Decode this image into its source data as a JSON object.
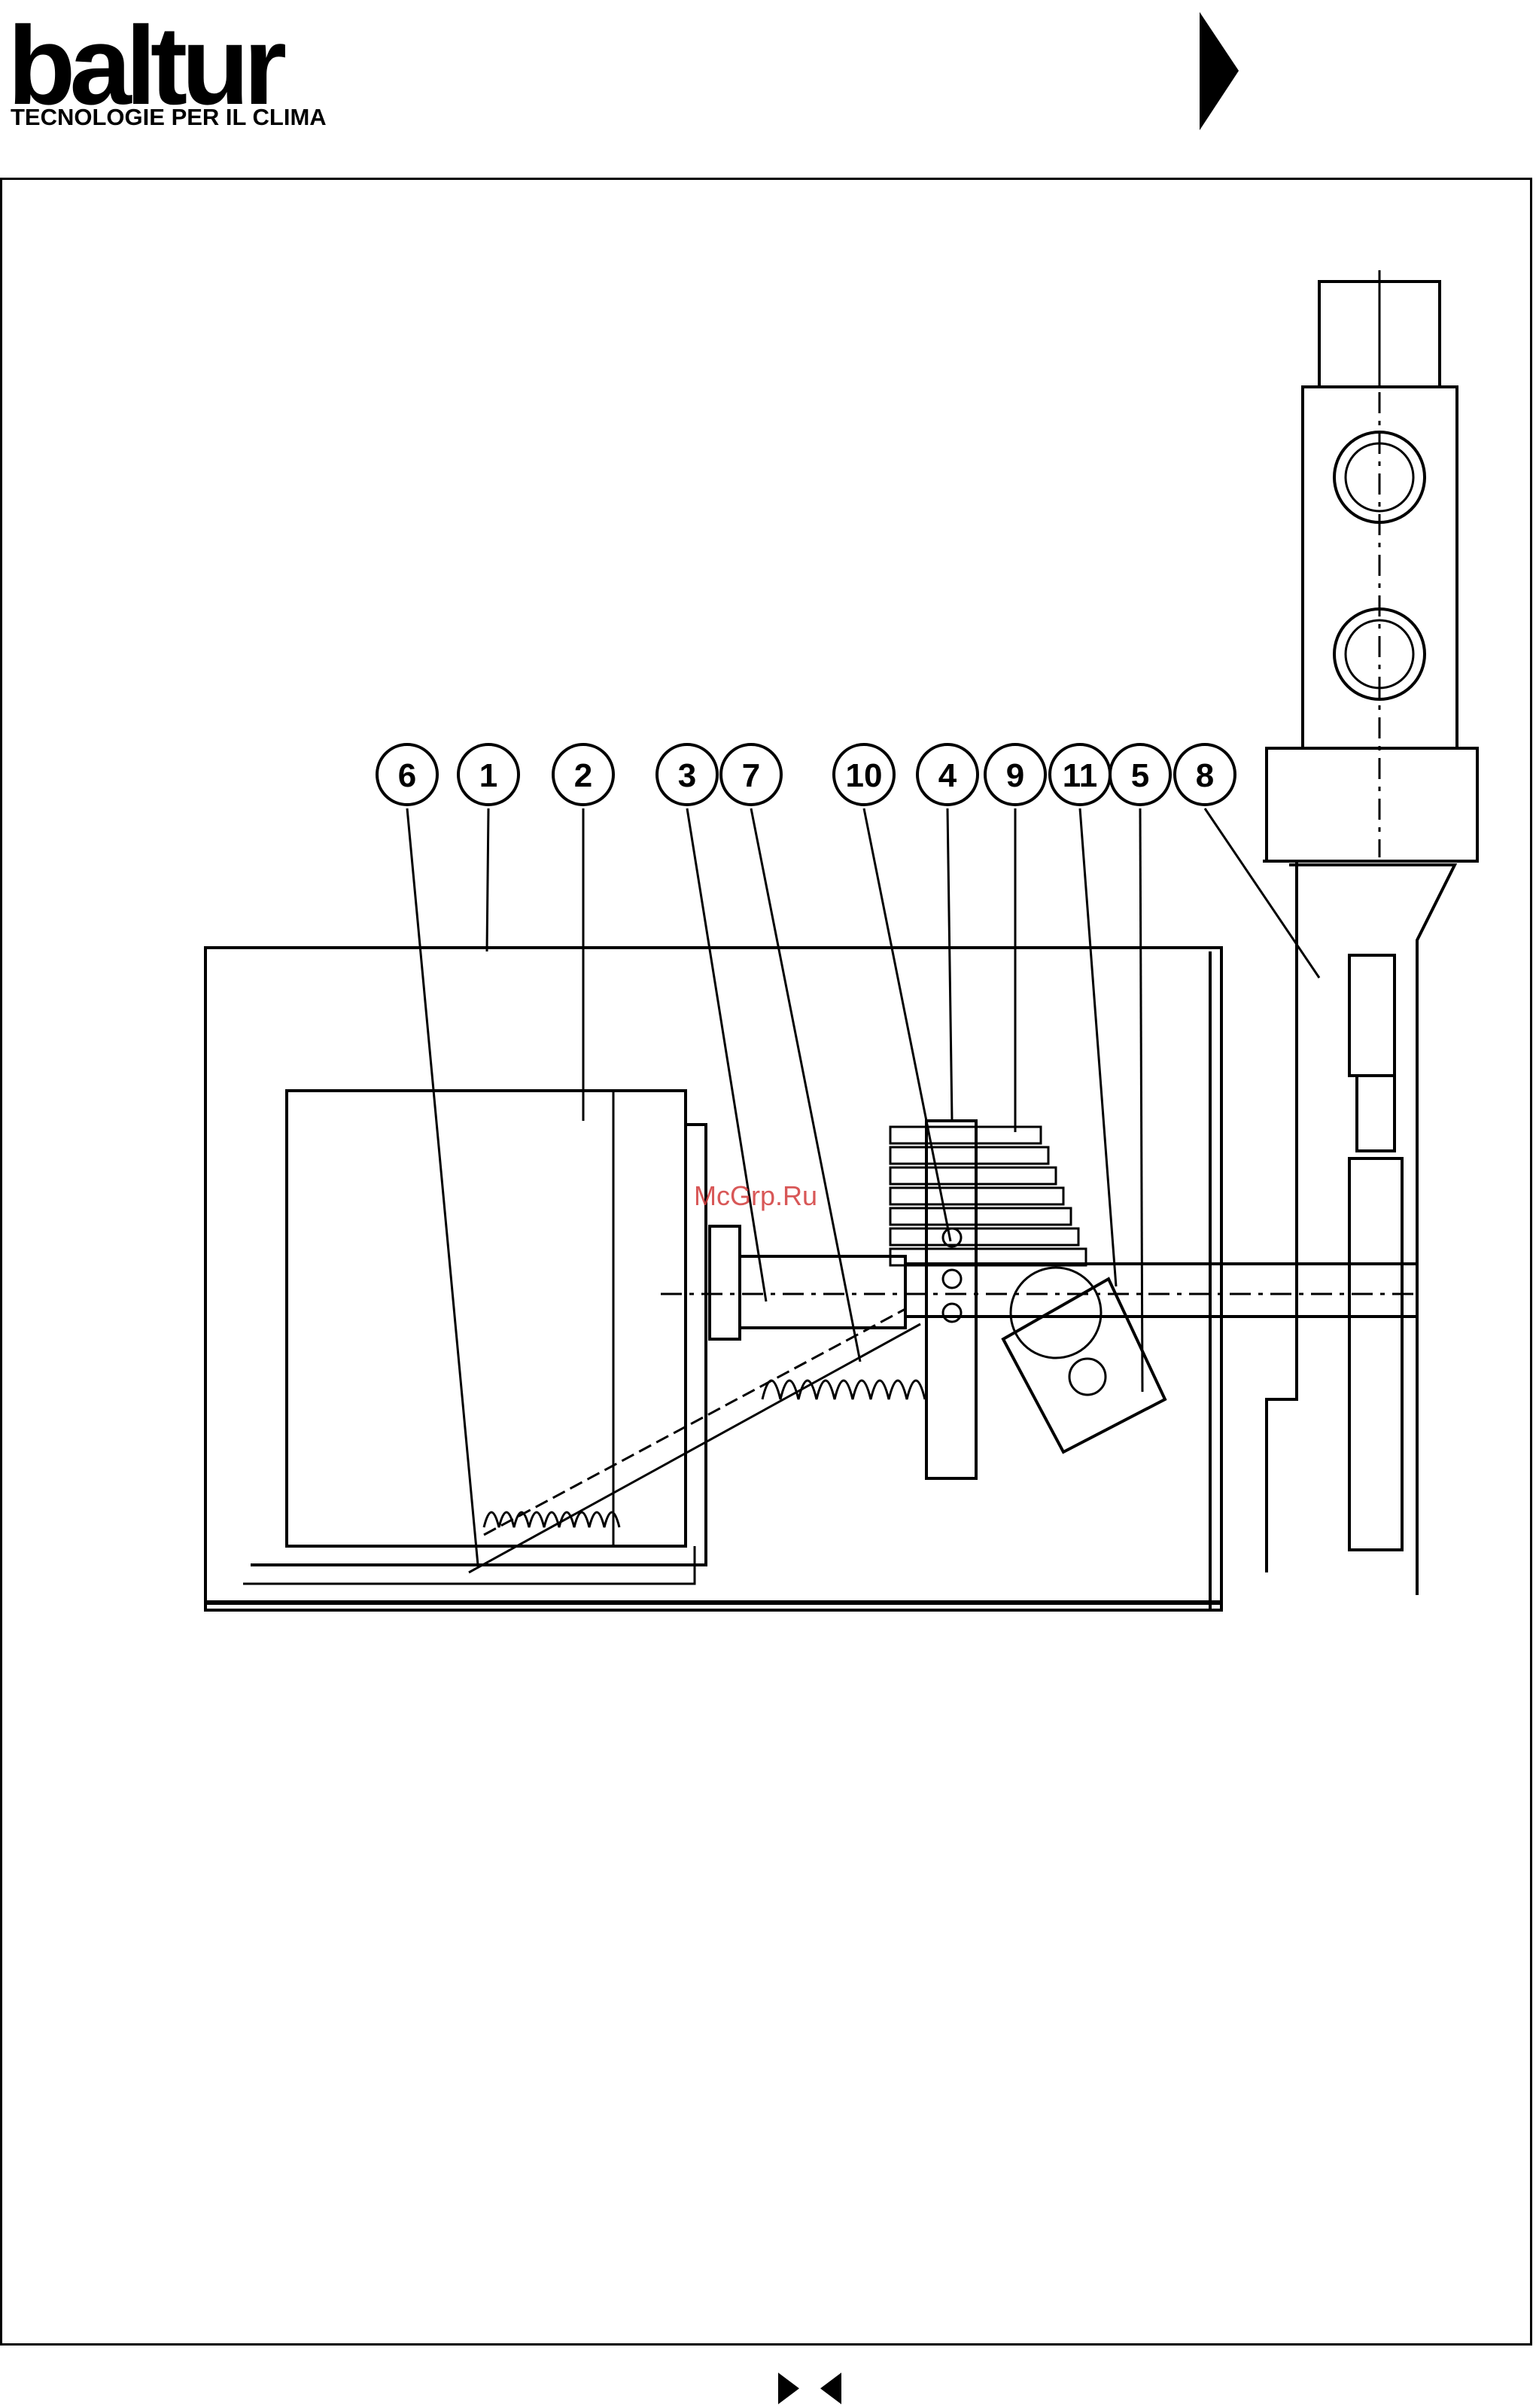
{
  "header": {
    "logo_text": "baltur",
    "tagline": "TECNOLOGIE PER IL CLIMA",
    "next_page_icon": "play-arrow-icon"
  },
  "figure": {
    "callouts": [
      "6",
      "1",
      "2",
      "3",
      "7",
      "10",
      "4",
      "9",
      "11",
      "5",
      "8"
    ]
  },
  "watermark": "McGrp.Ru",
  "footer": {
    "prev_icon": "triangle-right-icon",
    "next_icon": "triangle-left-icon"
  }
}
